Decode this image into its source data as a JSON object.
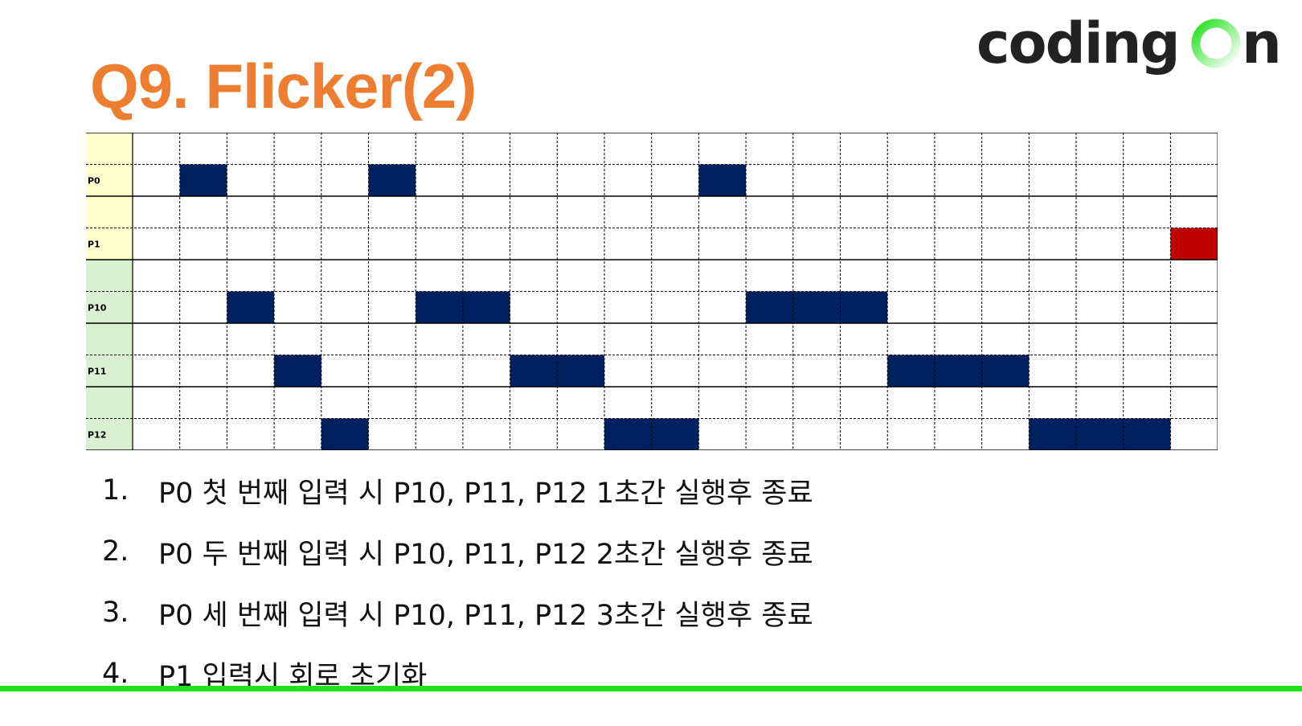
{
  "slide": {
    "title": "Q9. Flicker(2)",
    "title_color": "#ED7D31",
    "accent_color": "#22E01C"
  },
  "logo": {
    "text_left": "coding",
    "text_right": "n",
    "text_color": "#222222",
    "ring_gradient": [
      "#22E01C",
      "#ffffff"
    ]
  },
  "timing": {
    "columns": 23,
    "rows_per_channel": 2,
    "bar_color": "#002060",
    "reset_color": "#C00000",
    "channels": [
      {
        "label": "P0",
        "label_bg": "#FFFFCC",
        "segments": [
          [
            1,
            1
          ],
          [
            5,
            1
          ],
          [
            12,
            1
          ]
        ]
      },
      {
        "label": "P1",
        "label_bg": "#FFFFCC",
        "segments": [],
        "reset_segments": [
          [
            22,
            1
          ]
        ]
      },
      {
        "label": "P10",
        "label_bg": "#D9F0D3",
        "segments": [
          [
            2,
            1
          ],
          [
            6,
            2
          ],
          [
            13,
            3
          ]
        ]
      },
      {
        "label": "P11",
        "label_bg": "#D9F0D3",
        "segments": [
          [
            3,
            1
          ],
          [
            8,
            2
          ],
          [
            16,
            3
          ]
        ]
      },
      {
        "label": "P12",
        "label_bg": "#D9F0D3",
        "segments": [
          [
            4,
            1
          ],
          [
            10,
            2
          ],
          [
            19,
            3
          ]
        ]
      }
    ]
  },
  "steps": [
    {
      "num": "1.",
      "text": "P0 첫 번째 입력 시 P10, P11, P12 1초간 실행후 종료"
    },
    {
      "num": "2.",
      "text": "P0 두 번째 입력 시 P10, P11, P12 2초간 실행후 종료"
    },
    {
      "num": "3.",
      "text": "P0 세 번째 입력 시 P10, P11, P12 3초간 실행후 종료"
    },
    {
      "num": "4.",
      "text": "P1 입력시 회로 초기화"
    }
  ]
}
